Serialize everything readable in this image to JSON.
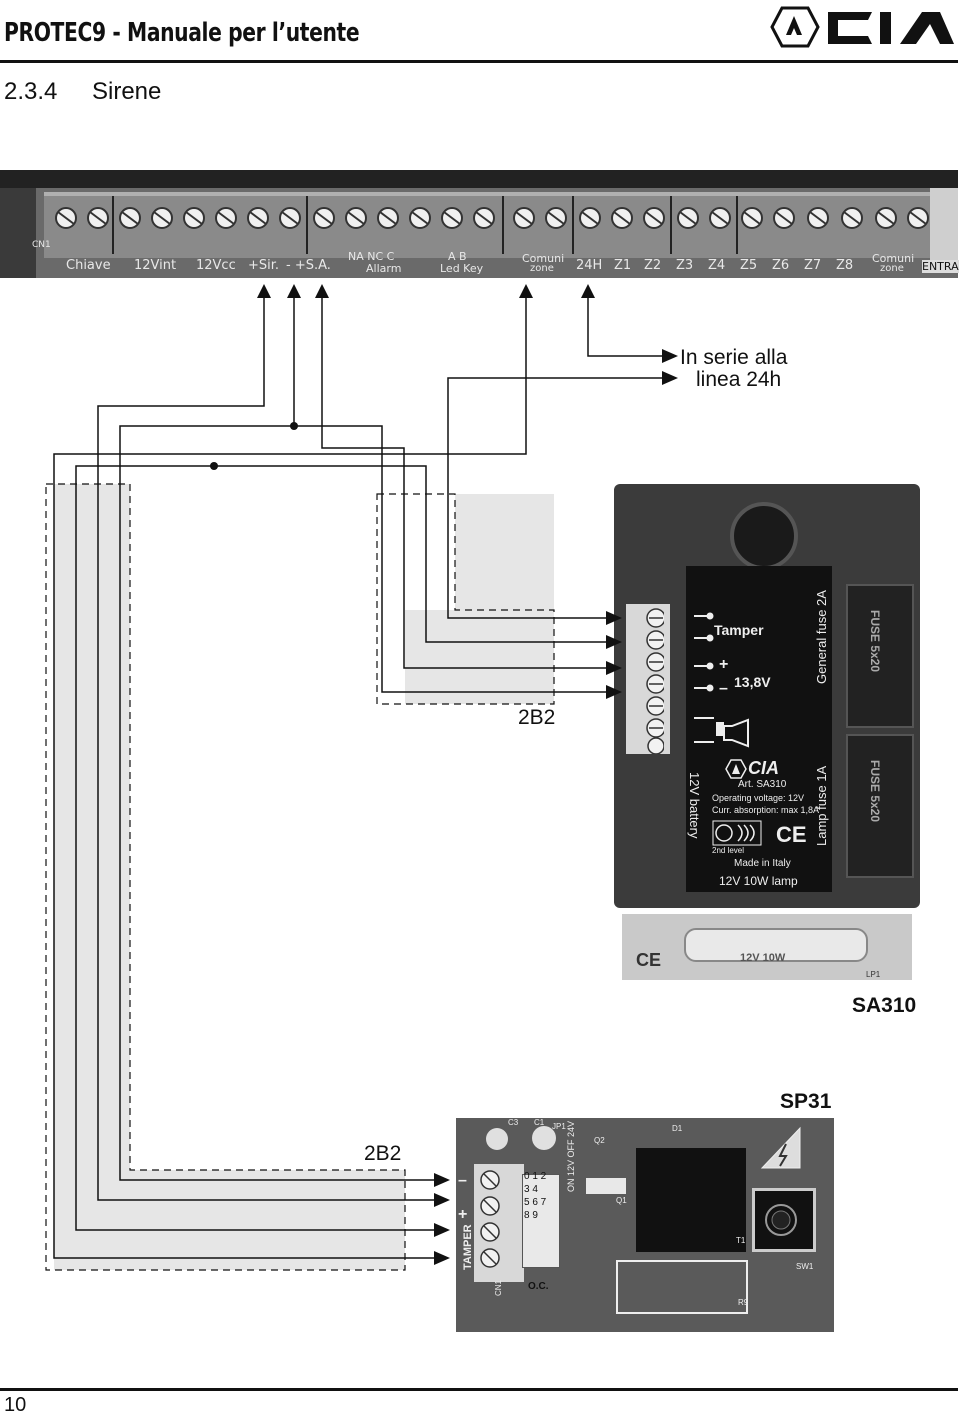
{
  "header": {
    "title": "PROTEC9 - Manuale per l’utente",
    "logo_text": "CIA"
  },
  "section": {
    "number": "2.3.4",
    "title": "Sirene"
  },
  "board": {
    "terminal_labels": [
      "Chiave",
      "12Vint",
      "12Vcc",
      "+Sir.",
      "- +S.A.",
      "NA NC C",
      "Allarm",
      "A B",
      "Led Key",
      "Comuni",
      "zone",
      "24H",
      "Z1",
      "Z2",
      "Z3",
      "Z4",
      "Z5",
      "Z6",
      "Z7",
      "Z8",
      "Comuni",
      "zone",
      "ENTRA",
      "CN1"
    ]
  },
  "note": {
    "line1": "In  serie  alla",
    "line2": "linea  24h"
  },
  "sa310": {
    "name": "SA310",
    "cable": "2B2",
    "tamper": "Tamper",
    "plus": "+",
    "minus": "–",
    "voltage": "13,8V",
    "general_fuse": "General fuse 2A",
    "lamp_fuse": "Lamp fuse 1A",
    "battery": "12V battery",
    "logo": "CIA",
    "art": "Art. SA310",
    "op_voltage": "Operating voltage: 12V",
    "curr": "Curr. absorption: max 1,8A",
    "level": "2nd level",
    "made": "Made in Italy",
    "lamp": "12V 10W lamp",
    "fuse_mark_1": "FUSE 5x20",
    "fuse_mark_2": "FUSE 5x20",
    "ce": "CE",
    "lamp_tube": "12V 10W",
    "lp": "LP1"
  },
  "sp31": {
    "name": "SP31",
    "cable": "2B2",
    "tamper": "TAMPER",
    "cn1": "CN1",
    "plus": "+",
    "minus": "–",
    "oc": "O.C.",
    "on_off": "ON 12V OFF 24V",
    "nums_top": "0 1 2 3 4",
    "nums_bottom": "5 6 7 8 9",
    "c3": "C3",
    "c1": "C1",
    "jp1": "JP1",
    "q2": "Q2",
    "q1": "Q1",
    "d1": "D1",
    "t1": "T1",
    "sw1": "SW1",
    "r9": "R9"
  },
  "page_number": "10"
}
